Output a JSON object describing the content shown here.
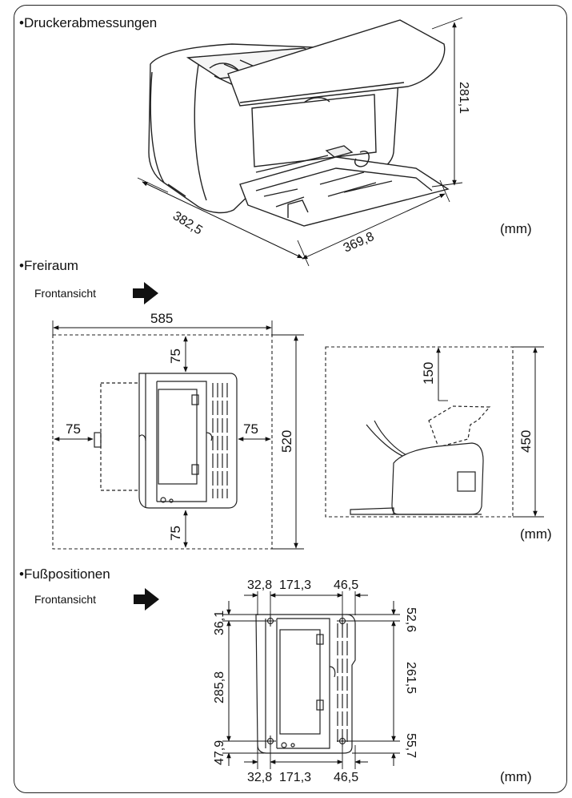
{
  "sections": {
    "dimensions": {
      "title": "•Druckerabmessungen",
      "width": "369,8",
      "depth": "382,5",
      "height": "281,1",
      "unit": "(mm)"
    },
    "clearance": {
      "title": "•Freiraum",
      "view_label": "Frontansicht",
      "total_width": "585",
      "total_depth": "520",
      "top": "75",
      "left": "75",
      "right": "75",
      "bottom": "75",
      "above": "150",
      "total_height": "450",
      "unit": "(mm)"
    },
    "feet": {
      "title": "•Fußpositionen",
      "view_label": "Frontansicht",
      "top_left": "32,8",
      "top_middle": "171,3",
      "top_right": "46,5",
      "bottom_left": "32,8",
      "bottom_middle": "171,3",
      "bottom_right": "46,5",
      "left_top": "36,1",
      "left_middle": "285,8",
      "left_bottom": "47,9",
      "right_top": "52,6",
      "right_middle": "261,5",
      "right_bottom": "55,7",
      "unit": "(mm)"
    }
  }
}
